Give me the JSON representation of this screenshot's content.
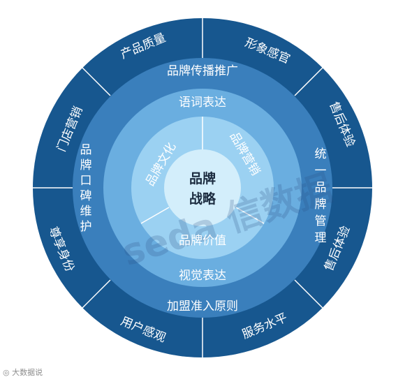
{
  "colors": {
    "outer_ring": "#17578f",
    "ring2": "#3a7fbc",
    "ring3": "#6aaee0",
    "ring4": "#9bd1f2",
    "core": "#d3eefb",
    "divider": "#ffffff",
    "center_text": "#1b2b3f"
  },
  "diagram": {
    "center": {
      "line1": "品牌",
      "line2": "战略"
    },
    "inner_ring": [
      "品牌文化",
      "品牌营销",
      "品牌价值"
    ],
    "ring3": [
      "语词表达",
      "视觉表达"
    ],
    "ring2": [
      "品牌传播推广",
      "统一品牌管理",
      "加盟准入原则",
      "品牌口碑维护"
    ],
    "outer_ring": [
      "形象感官",
      "售后体验",
      "售后体验",
      "服务水平",
      "用户感观",
      "尊享身份",
      "门店营销",
      "产品质量"
    ]
  },
  "watermark": {
    "text": "seda 信数据"
  },
  "logo": {
    "text": "大数据说"
  }
}
